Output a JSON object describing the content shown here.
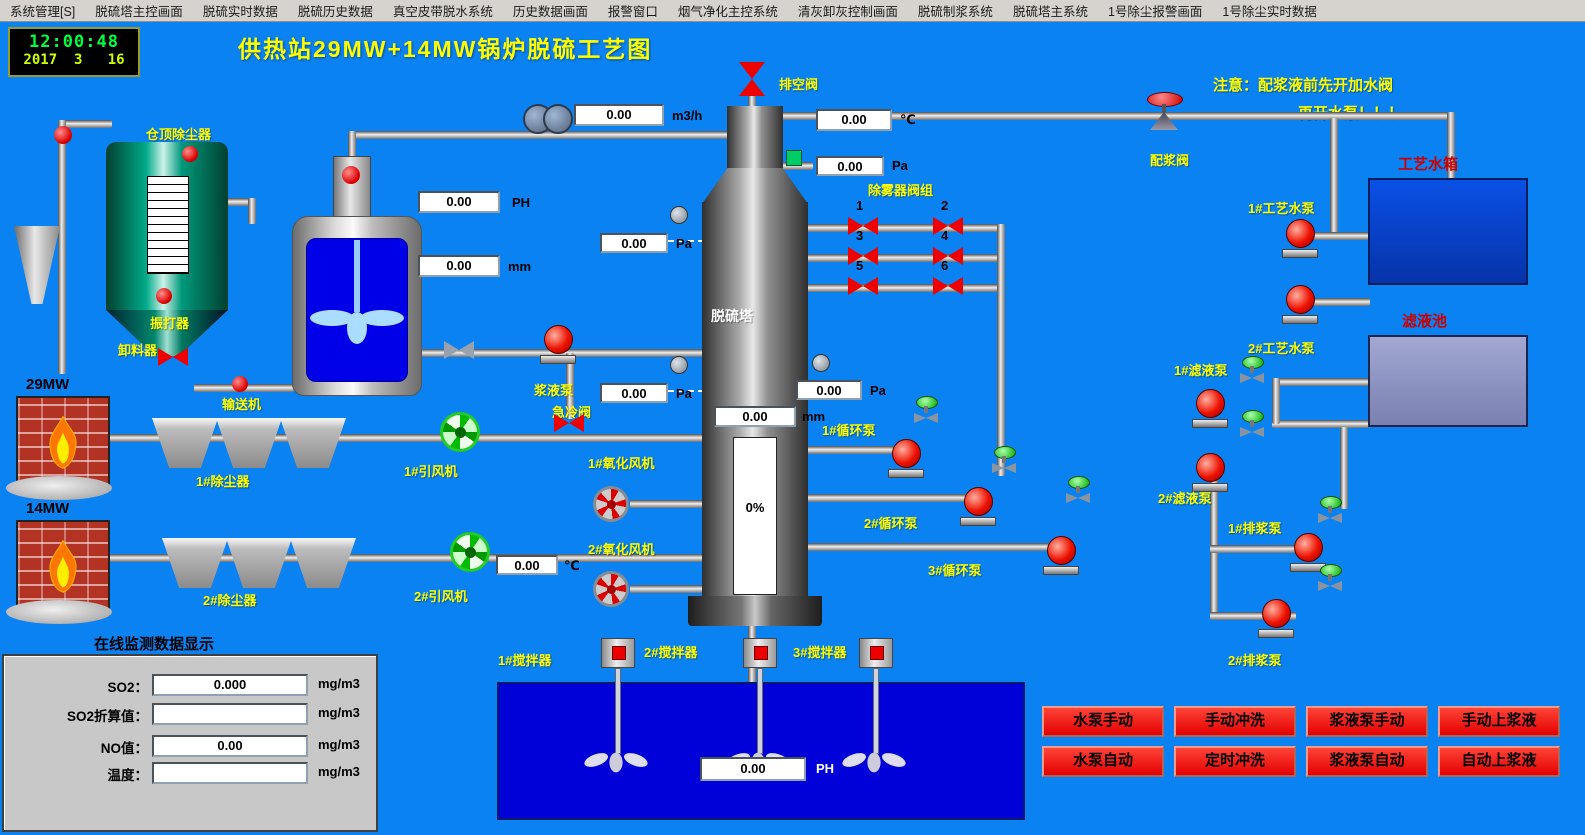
{
  "menu": {
    "items": [
      "系统管理[S]",
      "脱硫塔主控画面",
      "脱硫实时数据",
      "脱硫历史数据",
      "真空皮带脱水系统",
      "历史数据画面",
      "报警窗口",
      "烟气净化主控系统",
      "清灰卸灰控制画面",
      "脱硫制浆系统",
      "脱硫塔主系统",
      "1号除尘报警画面",
      "1号除尘实时数据"
    ]
  },
  "clock": {
    "time": "12:00:48",
    "date": "2017  3   16"
  },
  "header": {
    "title": "供热站29MW+14MW锅炉脱硫工艺图"
  },
  "notice": {
    "line1": "注意：配浆液前先开加水阀",
    "line2": "再开水泵！！！"
  },
  "tower": {
    "name": "脱硫塔",
    "level": "0.00",
    "level_unit": "mm",
    "percent": "0%"
  },
  "displays": {
    "flow": {
      "value": "0.00",
      "unit": "m3/h"
    },
    "temp_outlet": {
      "value": "0.00",
      "unit": "℃"
    },
    "pressure_outlet": {
      "value": "0.00",
      "unit": "Pa"
    },
    "ph_tank": {
      "value": "0.00",
      "unit": "PH"
    },
    "pressure_upper": {
      "value": "0.00",
      "unit": "Pa"
    },
    "level_tank": {
      "value": "0.00",
      "unit": "mm"
    },
    "pressure_lower": {
      "value": "0.00",
      "unit": "Pa"
    },
    "pressure_right": {
      "value": "0.00",
      "unit": "Pa"
    },
    "temp_fan": {
      "value": "0.00",
      "unit": "℃"
    },
    "ph_pool": {
      "value": "0.00",
      "unit": "PH"
    }
  },
  "equipment": {
    "silo_duster": "仓顶除尘器",
    "vibrator": "振打器",
    "discharger": "卸料器",
    "conveyor": "输送机",
    "boiler1": "29MW",
    "boiler2": "14MW",
    "duster1": "1#除尘器",
    "duster2": "2#除尘器",
    "fan1": "1#引风机",
    "fan2": "2#引风机",
    "slurry_pump": "浆液泵",
    "quench_valve": "急冷阀",
    "oxid_fan1": "1#氧化风机",
    "oxid_fan2": "2#氧化风机",
    "vent_valve": "排空阀",
    "slurry_valve": "配浆阀",
    "water_tank": "工艺水箱",
    "water_pump1": "1#工艺水泵",
    "water_pump2": "2#工艺水泵",
    "filtrate_pool": "滤液池",
    "filtrate_pump1": "1#滤液泵",
    "filtrate_pump2": "2#滤液泵",
    "circ_pump1": "1#循环泵",
    "circ_pump2": "2#循环泵",
    "circ_pump3": "3#循环泵",
    "drain_pump1": "1#排浆泵",
    "drain_pump2": "2#排浆泵",
    "agitator1": "1#搅拌器",
    "agitator2": "2#搅拌器",
    "agitator3": "3#搅拌器"
  },
  "valve_group": {
    "title": "除雾器阀组",
    "numbers": [
      "1",
      "2",
      "3",
      "4",
      "5",
      "6"
    ]
  },
  "monitor": {
    "title": "在线监测数据显示",
    "rows": [
      {
        "label": "SO2：",
        "value": "0.000",
        "unit": "mg/m3"
      },
      {
        "label": "SO2折算值：",
        "value": "",
        "unit": "mg/m3"
      },
      {
        "label": "NO值：",
        "value": "0.00",
        "unit": "mg/m3"
      },
      {
        "label": "温度：",
        "value": "",
        "unit": "mg/m3"
      }
    ]
  },
  "buttons": [
    "水泵手动",
    "手动冲洗",
    "浆液泵手动",
    "手动上浆液",
    "水泵自动",
    "定时冲洗",
    "浆液泵自动",
    "自动上浆液"
  ],
  "colors": {
    "background": "#0a82f2",
    "label_yellow": "#ffff00",
    "alarm_red": "#ff0000",
    "pipe_gray": "#bcbcbc"
  }
}
